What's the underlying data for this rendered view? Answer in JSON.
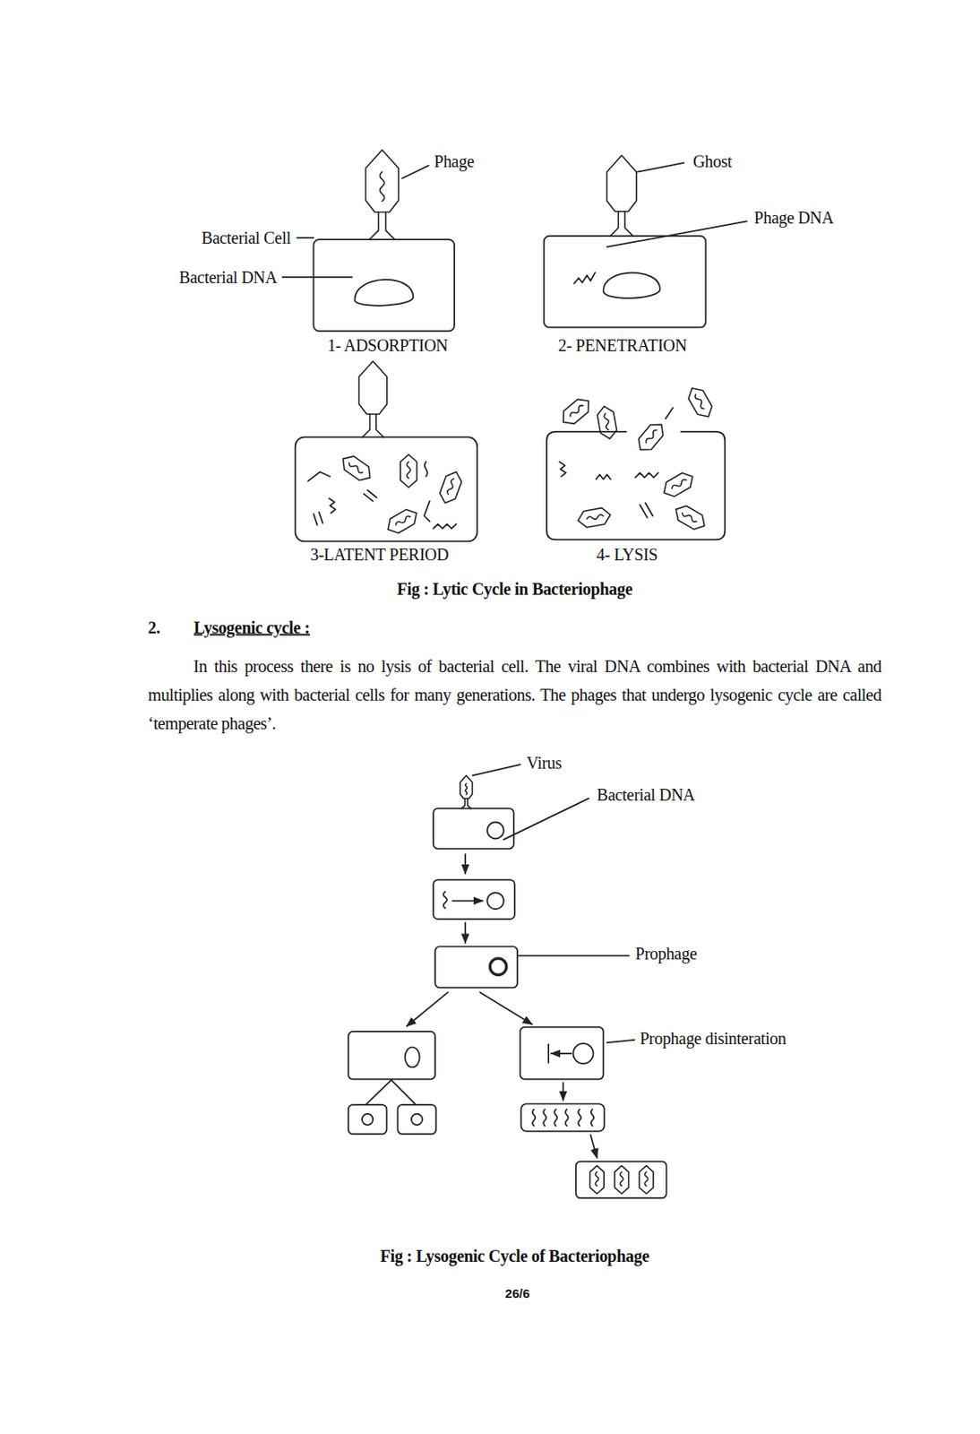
{
  "diagram": {
    "labels": [
      "Phage",
      "Ghost",
      "Phage DNA",
      "Bacterial Cell",
      "Bacterial DNA",
      "1- ADSORPTION",
      "2- PENETRATION",
      "3-LATENT PERIOD",
      "4- LYSIS",
      "Fig : Lytic Cycle in Bacteriophage",
      "2.",
      "Lysogenic cycle :",
      "In this process there is no lysis of bacterial cell. The viral DNA combines with bacterial DNA and multiplies along with bacterial cells for many generations. The phages that undergo lysogenic cycle are called ‘temperate phages’.",
      "Virus",
      "Bacterial DNA",
      "Prophage",
      "Prophage disinteration",
      "Fig : Lysogenic Cycle of Bacteriophage",
      "26/6"
    ]
  }
}
